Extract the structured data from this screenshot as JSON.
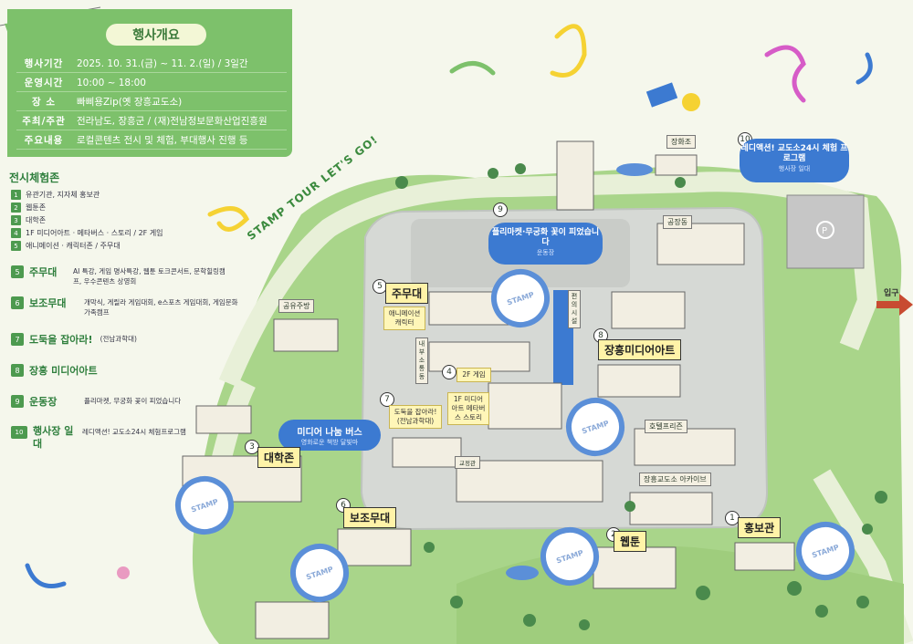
{
  "info": {
    "title": "행사개요",
    "rows": [
      {
        "label": "행사기간",
        "value": "2025. 10. 31.(금) ~ 11. 2.(일) / 3일간"
      },
      {
        "label": "운영시간",
        "value": "10:00 ~ 18:00"
      },
      {
        "label": "장  소",
        "value": "빠삐용Zip(옛 장흥교도소)"
      },
      {
        "label": "주최/주관",
        "value": "전라남도, 장흥군 / (재)전남정보문화산업진흥원"
      },
      {
        "label": "주요내용",
        "value": "로컬콘텐츠 전시 및 체험, 부대행사 진행 등"
      }
    ]
  },
  "legend": {
    "title": "전시체험존",
    "sub_items": [
      {
        "num": "1",
        "text": "유관기관, 지자체 홍보관"
      },
      {
        "num": "2",
        "text": "웹툰존"
      },
      {
        "num": "3",
        "text": "대학존"
      },
      {
        "num": "4",
        "text": "1F 미디어아트 · 메타버스 · 스토리 / 2F 게임"
      },
      {
        "num": "5",
        "text": "애니메이션 · 캐릭터존 / 주무대"
      }
    ],
    "items": [
      {
        "num": "5",
        "title": "주무대",
        "desc": "AI 특강, 게임 명사특강, 웹툰 토크콘서트, 문학힐링캠프, 우수콘텐츠 상영회"
      },
      {
        "num": "6",
        "title": "보조무대",
        "desc": "개막식, 게릴라 게임대회, e스포츠 게임대회, 게임문화가족캠프"
      },
      {
        "num": "7",
        "title": "도둑을 잡아라!",
        "desc": "(전남과학대)"
      },
      {
        "num": "8",
        "title": "장흥 미디어아트",
        "desc": ""
      },
      {
        "num": "9",
        "title": "운동장",
        "desc": "플리마켓, 무궁화 꽃이 피었습니다"
      },
      {
        "num": "10",
        "title": "행사장 일대",
        "desc": "레디액션! 교도소24시 체험프로그램"
      }
    ]
  },
  "map": {
    "slogan": "STAMP TOUR LET'S GO!",
    "entrance": "입구",
    "stamp_label": "STAMP",
    "bubbles": {
      "b9": {
        "num": "9",
        "title": "플리마켓·무궁화 꽃이 피었습니다",
        "sub": "운동장"
      },
      "b10": {
        "num": "10",
        "title": "레디액션! 교도소24시 체험 프로그램",
        "sub": "행사장 일대"
      },
      "media_bus": {
        "title": "미디어 나눔 버스",
        "sub": "영화로운 책방 달빛마"
      }
    },
    "zones": {
      "z1": {
        "num": "1",
        "label": "홍보관"
      },
      "z2": {
        "num": "2",
        "label": "웹툰"
      },
      "z3": {
        "num": "3",
        "label": "대학존"
      },
      "z5": {
        "num": "5",
        "label": "주무대",
        "tag": "애니메이션 캐릭터"
      },
      "z6": {
        "num": "6",
        "label": "보조무대"
      },
      "z7": {
        "num": "7",
        "tag": "도둑을 잡아라! (전남과학대)"
      },
      "z8": {
        "num": "8",
        "label": "장흥미디어아트"
      },
      "z4": {
        "num": "4",
        "tag2f": "2F 게임",
        "tag1f": "1F 미디어아트 메타버스 스토리"
      }
    },
    "signs": {
      "jangwajo": "장화조",
      "gongjang": "공장동",
      "gongyu": "공유주방",
      "hotel": "호텔프리즌",
      "jangheung": "장흥교도소 아카이브",
      "pyeonui": "편의시설",
      "gongjak": "교정관",
      "naebu": "내부소통동"
    }
  }
}
